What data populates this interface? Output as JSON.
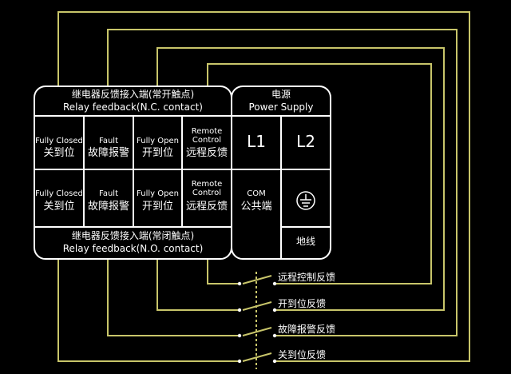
{
  "colors": {
    "wire": "#c8c56a",
    "frame": "#ffffff",
    "bg": "#000000",
    "text": "#ffffff"
  },
  "nc_header": {
    "zh": "继电器反馈接入端(常开触点)",
    "en": "Relay feedback(N.C. contact)"
  },
  "no_footer": {
    "zh": "继电器反馈接入端(常闭触点)",
    "en": "Relay feedback(N.O. contact)"
  },
  "power": {
    "zh": "电源",
    "en": "Power Supply",
    "l1": "L1",
    "l2": "L2",
    "com_en": "COM",
    "com_zh": "公共端",
    "ground_icon": "ground-icon",
    "ground_zh": "地线"
  },
  "top_row": [
    {
      "en": "Fully Closed",
      "zh": "关到位"
    },
    {
      "en": "Fault",
      "zh": "故障报警"
    },
    {
      "en": "Fully Open",
      "zh": "开到位"
    },
    {
      "en": "Remote Control",
      "zh": "远程反馈"
    }
  ],
  "bottom_row": [
    {
      "en": "Fully Closed",
      "zh": "关到位"
    },
    {
      "en": "Fault",
      "zh": "故障报警"
    },
    {
      "en": "Fully Open",
      "zh": "开到位"
    },
    {
      "en": "Remote Control",
      "zh": "远程反馈"
    }
  ],
  "switches": [
    {
      "label": "远程控制反馈"
    },
    {
      "label": "开到位反馈"
    },
    {
      "label": "故障报警反馈"
    },
    {
      "label": "关到位反馈"
    }
  ]
}
